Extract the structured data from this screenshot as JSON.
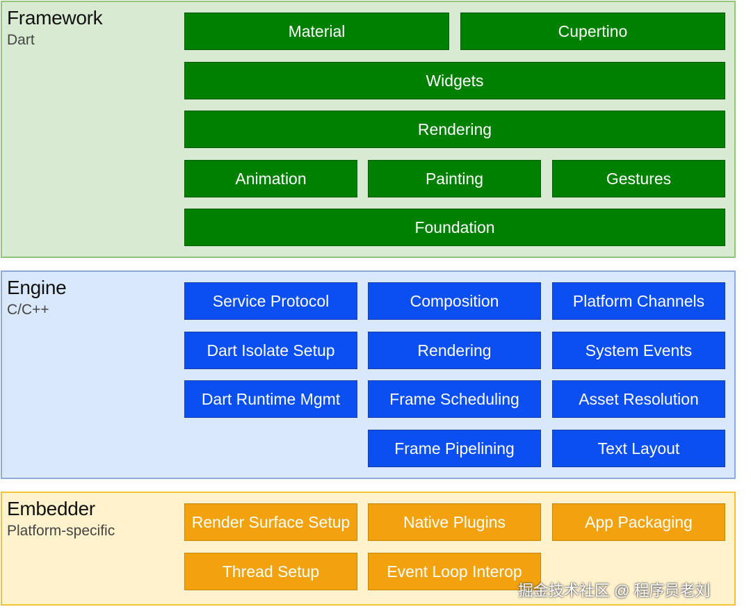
{
  "layers": {
    "framework": {
      "title": "Framework",
      "subtitle": "Dart",
      "boxes": [
        "Material",
        "Cupertino",
        "Widgets",
        "Rendering",
        "Animation",
        "Painting",
        "Gestures",
        "Foundation"
      ]
    },
    "engine": {
      "title": "Engine",
      "subtitle": "C/C++",
      "boxes": [
        "Service Protocol",
        "Composition",
        "Platform Channels",
        "Dart Isolate Setup",
        "Rendering",
        "System Events",
        "Dart Runtime Mgmt",
        "Frame Scheduling",
        "Asset Resolution",
        "Frame Pipelining",
        "Text Layout"
      ]
    },
    "embedder": {
      "title": "Embedder",
      "subtitle": "Platform-specific",
      "boxes": [
        "Render Surface Setup",
        "Native Plugins",
        "App Packaging",
        "Thread Setup",
        "Event Loop Interop"
      ]
    }
  },
  "colors": {
    "framework_box": "#008000",
    "engine_box": "#0b4ff0",
    "embedder_box": "#f2a20d",
    "framework_bg": "#d9ead3",
    "engine_bg": "#dae8fc",
    "embedder_bg": "#fff2cc"
  },
  "watermark": "掘金技术社区 @ 程序员老刘"
}
